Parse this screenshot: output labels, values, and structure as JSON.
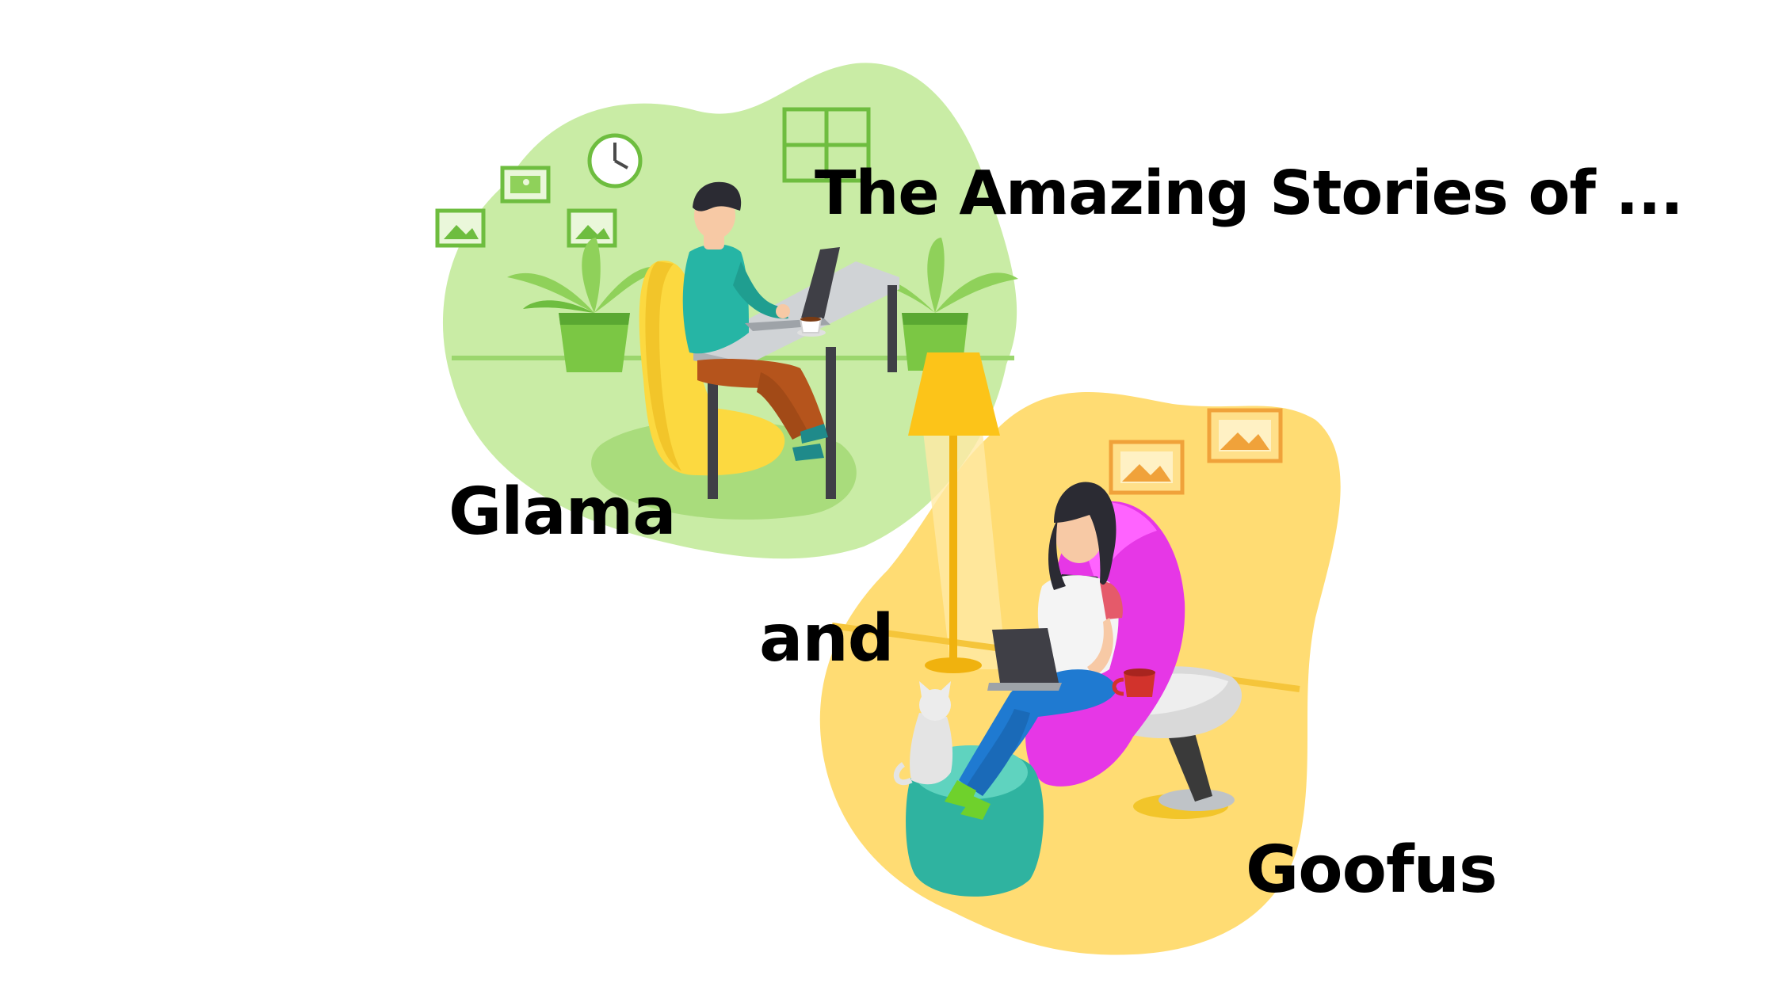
{
  "title": "The Amazing Stories of ...",
  "name_one": "Glama",
  "conjunction": "and",
  "name_two": "Goofus",
  "colors": {
    "background": "#ffffff",
    "green_blob": "#c9eca5",
    "green_dark": "#6ebd3f",
    "yellow_blob": "#ffdc73",
    "magenta_chair": "#e637e6",
    "teal_pouf": "#2fb3a0",
    "text": "#000000"
  },
  "illustrations": [
    "man-working-at-desk-illustration",
    "woman-with-laptop-in-armchair-illustration"
  ]
}
